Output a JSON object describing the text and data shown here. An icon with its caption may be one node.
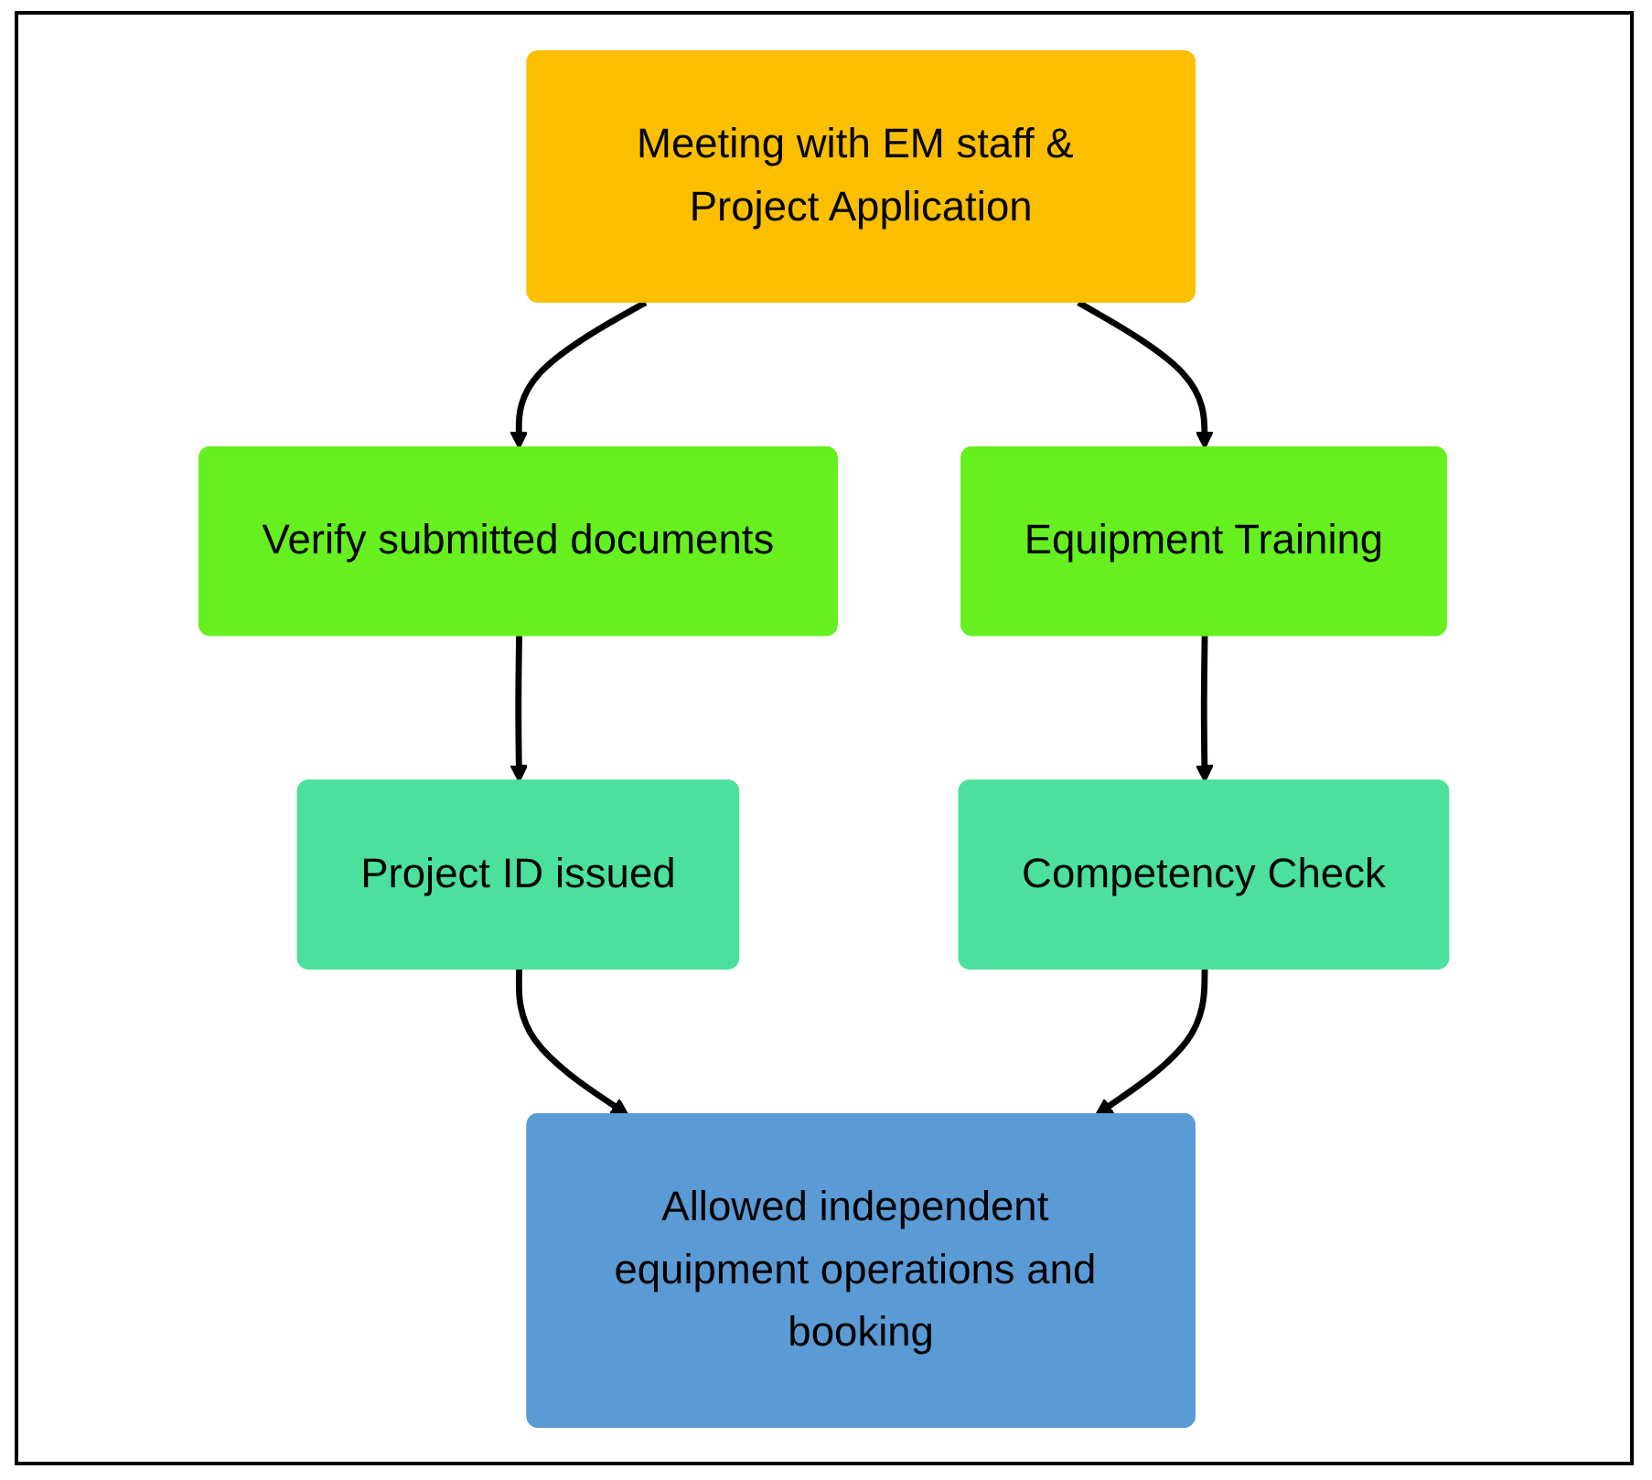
{
  "diagram": {
    "nodes": [
      {
        "text": [
          "Meeting with EM staff & Project Application"
        ]
      },
      {
        "text": [
          "Verify submitted documents"
        ]
      },
      {
        "text": [
          "Equipment Training"
        ]
      },
      {
        "text": [
          "Project ID issued"
        ]
      },
      {
        "text": [
          "Competency Check"
        ]
      },
      {
        "text": [
          "Allowed independent equipment operations and booking"
        ]
      }
    ],
    "edges": [
      {
        "from": 0,
        "to": 1,
        "arrow": "to"
      },
      {
        "from": 0,
        "to": 2,
        "arrow": "to"
      },
      {
        "from": 1,
        "to": 3,
        "arrow": "to"
      },
      {
        "from": 2,
        "to": 4,
        "arrow": "to"
      },
      {
        "from": 3,
        "to": 5,
        "arrow": "to"
      },
      {
        "from": 4,
        "to": 5,
        "arrow": "to"
      }
    ]
  }
}
